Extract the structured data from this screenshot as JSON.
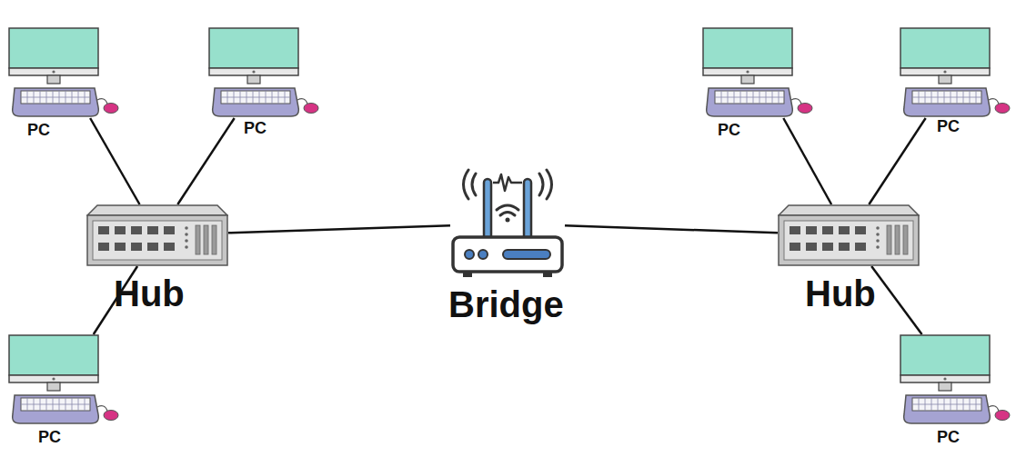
{
  "diagram": {
    "nodes": [
      {
        "text": [
          "PC"
        ]
      },
      {
        "text": [
          "PC"
        ]
      },
      {
        "text": [
          "PC"
        ]
      },
      {
        "text": [
          "PC"
        ]
      },
      {
        "text": [
          "Hub"
        ]
      },
      {
        "text": [
          "Bridge"
        ]
      },
      {
        "text": [
          "Hub"
        ]
      },
      {
        "text": [
          "PC"
        ]
      },
      {
        "text": [
          "PC"
        ]
      }
    ],
    "edges": [
      {
        "from": 0,
        "to": 4,
        "arrow": "none"
      },
      {
        "from": 1,
        "to": 4,
        "arrow": "none"
      },
      {
        "from": 7,
        "to": 4,
        "arrow": "none"
      },
      {
        "from": 4,
        "to": 5,
        "arrow": "none"
      },
      {
        "from": 5,
        "to": 6,
        "arrow": "none"
      },
      {
        "from": 6,
        "to": 2,
        "arrow": "none"
      },
      {
        "from": 6,
        "to": 3,
        "arrow": "none"
      },
      {
        "from": 6,
        "to": 8,
        "arrow": "none"
      }
    ]
  }
}
